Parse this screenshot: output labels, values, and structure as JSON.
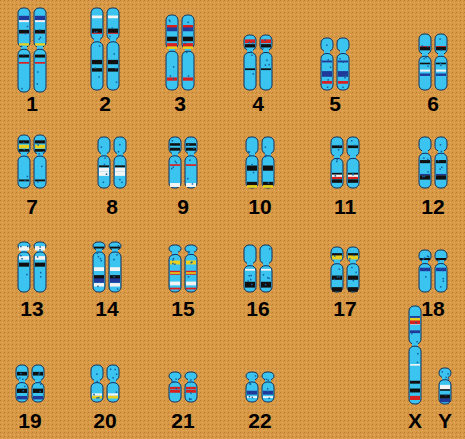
{
  "diagram": {
    "labels": [
      "1",
      "2",
      "3",
      "4",
      "5",
      "6",
      "7",
      "8",
      "9",
      "10",
      "11",
      "12",
      "13",
      "14",
      "15",
      "16",
      "17",
      "18",
      "19",
      "20",
      "21",
      "22",
      "X",
      "Y"
    ]
  }
}
